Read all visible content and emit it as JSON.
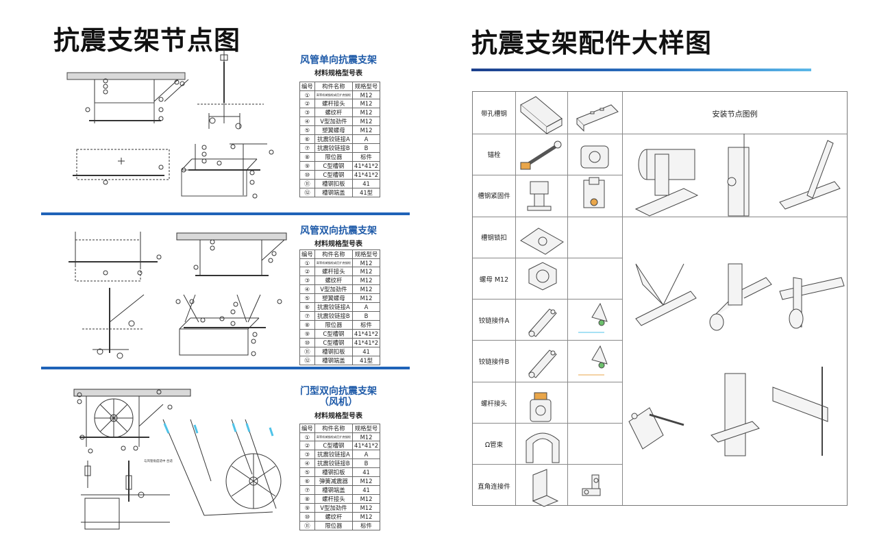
{
  "left": {
    "title": "抗震支架节点图",
    "sections": [
      {
        "title": "风管单向抗震支架",
        "subtitle": "材料规格型号表",
        "headers": [
          "编号",
          "构件名称",
          "规格型号"
        ],
        "rows": [
          [
            "①",
            "高等机械锚栓或后扩底锚栓",
            "M12"
          ],
          [
            "②",
            "螺杆接头",
            "M12"
          ],
          [
            "③",
            "螺纹杆",
            "M12"
          ],
          [
            "④",
            "V型加劲件",
            "M12"
          ],
          [
            "⑤",
            "塑翼螺母",
            "M12"
          ],
          [
            "⑥",
            "抗震铰链接A",
            "A"
          ],
          [
            "⑦",
            "抗震铰链接B",
            "B"
          ],
          [
            "⑧",
            "限位器",
            "标件"
          ],
          [
            "⑨",
            "C型槽钢",
            "41*41*2"
          ],
          [
            "⑩",
            "C型槽钢",
            "41*41*2"
          ],
          [
            "⑪",
            "槽钢扣板",
            "41"
          ],
          [
            "⑫",
            "槽钢端盖",
            "41型"
          ]
        ]
      },
      {
        "title": "风管双向抗震支架",
        "subtitle": "材料规格型号表",
        "headers": [
          "编号",
          "构件名称",
          "规格型号"
        ],
        "rows": [
          [
            "①",
            "高等机械锚栓或后扩底锚栓",
            "M12"
          ],
          [
            "②",
            "螺杆接头",
            "M12"
          ],
          [
            "③",
            "螺纹杆",
            "M12"
          ],
          [
            "④",
            "V型加劲件",
            "M12"
          ],
          [
            "⑤",
            "塑翼螺母",
            "M12"
          ],
          [
            "⑥",
            "抗震铰链接A",
            "A"
          ],
          [
            "⑦",
            "抗震铰链接B",
            "B"
          ],
          [
            "⑧",
            "限位器",
            "标件"
          ],
          [
            "⑨",
            "C型槽钢",
            "41*41*2"
          ],
          [
            "⑩",
            "C型槽钢",
            "41*41*2"
          ],
          [
            "⑪",
            "槽钢扣板",
            "41"
          ],
          [
            "⑫",
            "槽钢端盖",
            "41型"
          ]
        ]
      },
      {
        "title": "门型双向抗震支架",
        "title2": "（风机）",
        "subtitle": "材料规格型号表",
        "headers": [
          "编号",
          "构件名称",
          "规格型号"
        ],
        "rows": [
          [
            "①",
            "高等机械锚栓或后扩底锚栓",
            "M12"
          ],
          [
            "②",
            "C型槽钢",
            "41*41*2"
          ],
          [
            "③",
            "抗震铰链接A",
            "A"
          ],
          [
            "④",
            "抗震铰链接B",
            "B"
          ],
          [
            "⑤",
            "槽钢扣板",
            "41"
          ],
          [
            "⑥",
            "弹簧减震器",
            "M12"
          ],
          [
            "⑦",
            "槽钢端盖",
            "41"
          ],
          [
            "⑧",
            "螺杆接头",
            "M12"
          ],
          [
            "⑨",
            "V型加劲件",
            "M12"
          ],
          [
            "⑩",
            "螺纹杆",
            "M12"
          ],
          [
            "⑪",
            "限位器",
            "标件"
          ]
        ]
      }
    ],
    "fan_note": "与风管角度适中 合适"
  },
  "right": {
    "title": "抗震支架配件大样图",
    "header_label": "安装节点图例",
    "rows": [
      "带孔槽钢",
      "锚栓",
      "槽钢紧固件",
      "槽钢锁扣",
      "螺母 M12",
      "铰链接件A",
      "铰链接件B",
      "螺杆接头",
      "Ω管束",
      "直角连接件"
    ]
  },
  "colors": {
    "accent": "#1e5aa8",
    "line": "#333333",
    "cyan": "#4fc3e8"
  }
}
